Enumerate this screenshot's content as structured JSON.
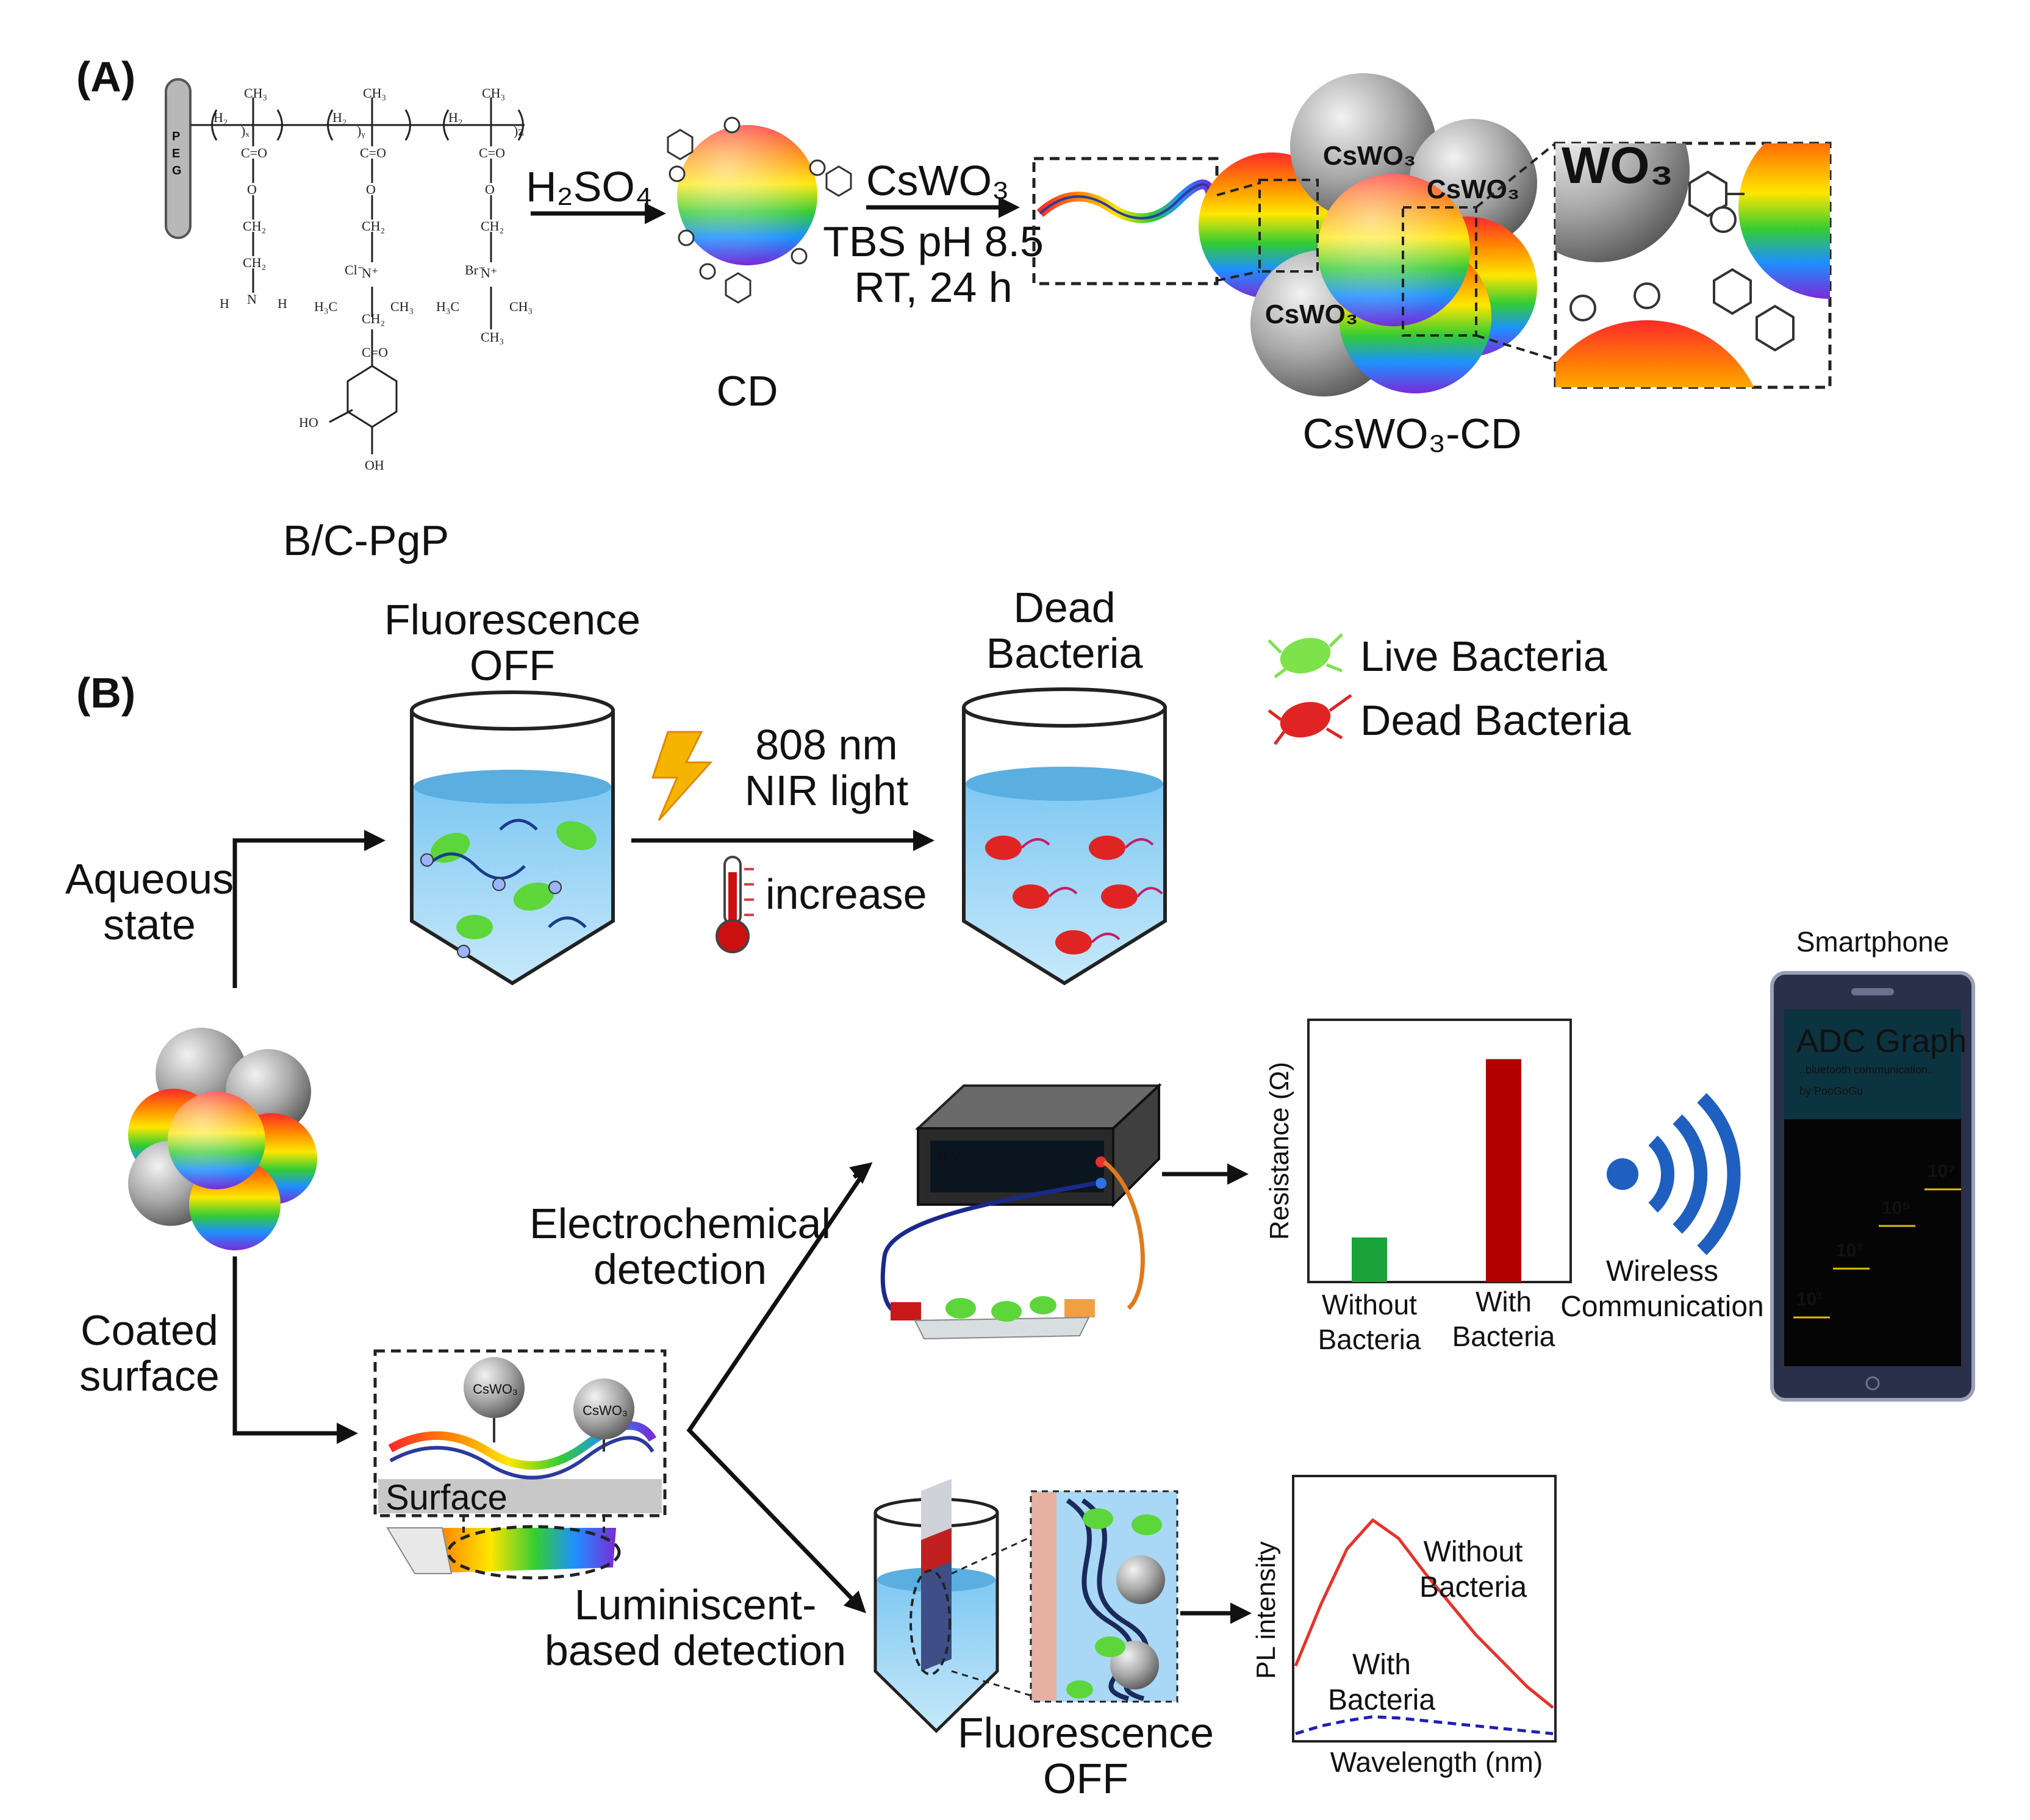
{
  "panel_a": {
    "label": "(A)",
    "polymer_name": "B/C-PgP",
    "peg_letters": [
      "P",
      "E",
      "G"
    ],
    "reagent_1": "H₂SO₄",
    "cd_label": "CD",
    "reagent_2": "CsWO₃",
    "condition_1": "TBS pH 8.5",
    "condition_2": "RT, 24 h",
    "product_label": "CsWO₃-CD",
    "nanoparticle_text": "CsWO₃",
    "zoom_text": "WO₃"
  },
  "panel_b": {
    "label": "(B)",
    "fluorescence_off_1": "Fluorescence",
    "fluorescence_off_2": "OFF",
    "dead_bacteria_1": "Dead",
    "dead_bacteria_2": "Bacteria",
    "legend_live": "Live Bacteria",
    "legend_dead": "Dead Bacteria",
    "laser_1": "808 nm",
    "laser_2": "NIR light",
    "temp_label": "increase",
    "aqueous_1": "Aqueous",
    "aqueous_2": "state",
    "coated_1": "Coated",
    "coated_2": "surface",
    "surface_label": "Surface",
    "electro_1": "Electrochemical",
    "electro_2": "detection",
    "lumin_1": "Luminiscent-",
    "lumin_2": "based detection",
    "fl_off_bottom_1": "Fluorescence",
    "fl_off_bottom_2": "OFF",
    "device_text": "R  V",
    "smartphone_label": "Smartphone",
    "app_title": "ADC Graph",
    "app_sub": "..bluetooth communication..",
    "app_by": "by PooGoGu",
    "app_values": [
      "10⁷",
      "10⁵",
      "10³",
      "10¹"
    ],
    "wireless_1": "Wireless",
    "wireless_2": "Communication"
  },
  "colors": {
    "bar_without": "#1aa33a",
    "bar_with": "#b30000",
    "pl_without": "#e8322a",
    "pl_with": "#2020b0",
    "wifi": "#1f5fbf",
    "lightning": "#f5b400"
  },
  "chart_data": [
    {
      "type": "bar",
      "ylabel": "Resistance (Ω)",
      "categories": [
        "Without Bacteria",
        "With Bacteria"
      ],
      "category_lines": [
        [
          "Without",
          "Bacteria"
        ],
        [
          "With",
          "Bacteria"
        ]
      ],
      "values": [
        0.17,
        0.85
      ],
      "ylim": [
        0,
        1
      ]
    },
    {
      "type": "line",
      "xlabel": "Wavelength (nm)",
      "ylabel": "PL intensity",
      "x": [
        0,
        0.1,
        0.2,
        0.3,
        0.4,
        0.5,
        0.6,
        0.7,
        0.8,
        0.9,
        1.0
      ],
      "series": [
        {
          "name": "Without Bacteria",
          "name_lines": [
            "Without",
            "Bacteria"
          ],
          "values": [
            0.28,
            0.52,
            0.73,
            0.84,
            0.77,
            0.64,
            0.52,
            0.4,
            0.3,
            0.2,
            0.12
          ]
        },
        {
          "name": "With Bacteria",
          "name_lines": [
            "With",
            "Bacteria"
          ],
          "values": [
            0.02,
            0.05,
            0.07,
            0.085,
            0.08,
            0.07,
            0.06,
            0.05,
            0.04,
            0.03,
            0.02
          ]
        }
      ]
    }
  ]
}
